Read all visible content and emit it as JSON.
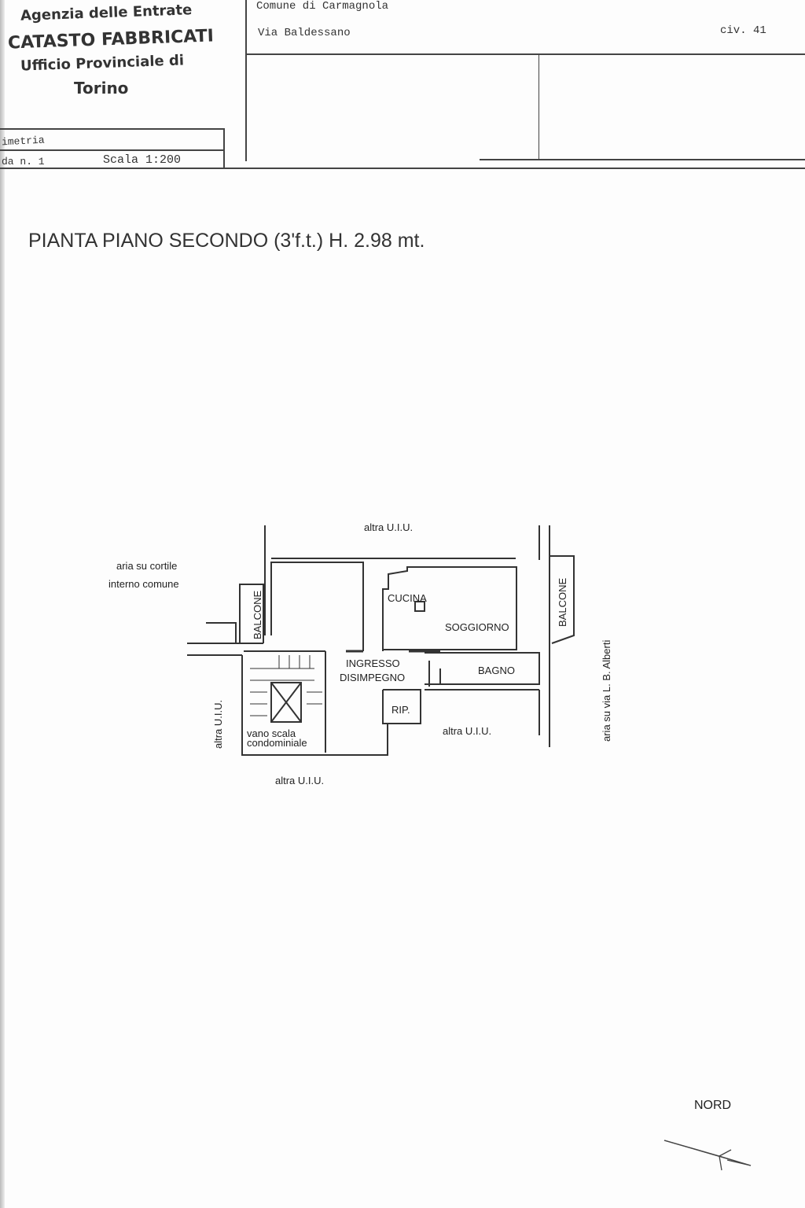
{
  "header": {
    "agency": "Agenzia delle Entrate",
    "registry": "CATASTO FABBRICATI",
    "office": "Ufficio Provinciale di",
    "city": "Torino",
    "doc_type": "imetria",
    "sheet": "da n. 1",
    "scale": "Scala 1:200",
    "municipality": "Comune di Carmagnola",
    "street": "Via Baldessano",
    "civic": "civ. 41"
  },
  "plan": {
    "title": "PIANTA PIANO SECONDO (3'f.t.) H. 2.98 mt.",
    "labels": {
      "top_neighbor": "altra U.I.U.",
      "courtyard_1": "aria su cortile",
      "courtyard_2": "interno comune",
      "balcony_left": "BALCONE",
      "balcony_right": "BALCONE",
      "kitchen": "CUCINA",
      "living": "SOGGIORNO",
      "entry_1": "INGRESSO",
      "entry_2": "DISIMPEGNO",
      "bathroom": "BAGNO",
      "storage": "RIP.",
      "right_neighbor": "altra U.I.U.",
      "left_neighbor": "altra U.I.U.",
      "stair_1": "vano scala",
      "stair_2": "condominiale",
      "bottom_neighbor": "altra U.I.U.",
      "street_side": "aria su via L. B. Alberti"
    }
  },
  "north": {
    "label": "NORD",
    "icon": "north-arrow-icon"
  }
}
